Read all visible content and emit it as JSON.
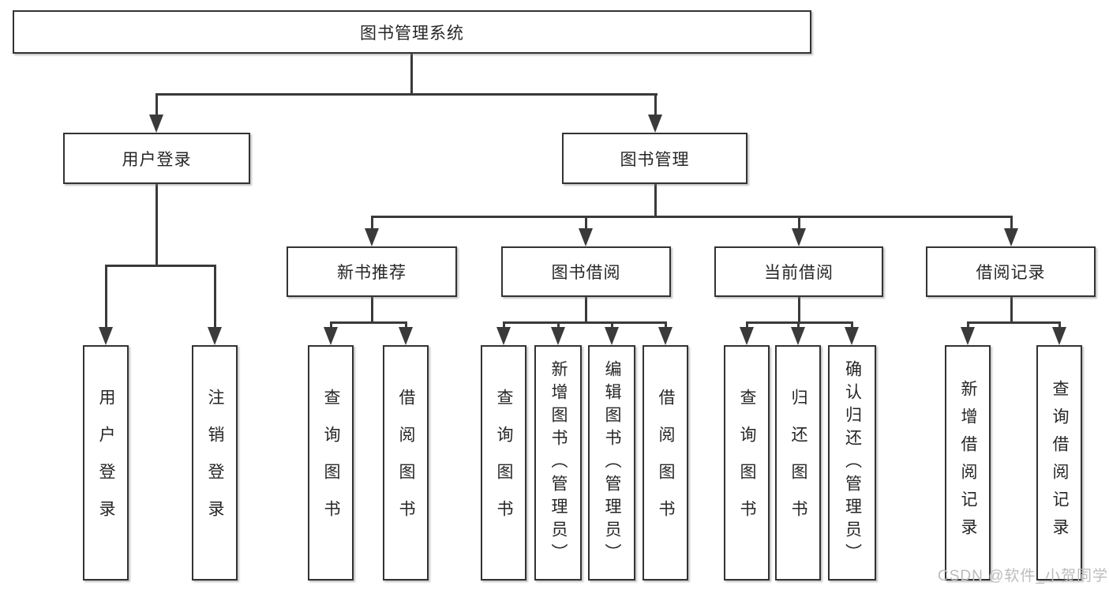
{
  "title": "图书管理系统",
  "colors": {
    "line": "#3a3a3a",
    "box_border": "#333333",
    "text": "#262626",
    "background": "#ffffff",
    "watermark": "#bdbcbc"
  },
  "root": {
    "label": "图书管理系统"
  },
  "branches": [
    {
      "label": "用户登录",
      "children": [
        {
          "label": "用户登录"
        },
        {
          "label": "注销登录"
        }
      ]
    },
    {
      "label": "图书管理",
      "children": [
        {
          "label": "新书推荐",
          "children": [
            {
              "label": "查询图书"
            },
            {
              "label": "借阅图书"
            }
          ]
        },
        {
          "label": "图书借阅",
          "children": [
            {
              "label": "查询图书"
            },
            {
              "label": "新增图书（管理员）"
            },
            {
              "label": "编辑图书（管理员）"
            },
            {
              "label": "借阅图书"
            }
          ]
        },
        {
          "label": "当前借阅",
          "children": [
            {
              "label": "查询图书"
            },
            {
              "label": "归还图书"
            },
            {
              "label": "确认归还（管理员）"
            }
          ]
        },
        {
          "label": "借阅记录",
          "children": [
            {
              "label": "新增借阅记录"
            },
            {
              "label": "查询借阅记录"
            }
          ]
        }
      ]
    }
  ],
  "watermark": "CSDN @软件_小贺同学"
}
